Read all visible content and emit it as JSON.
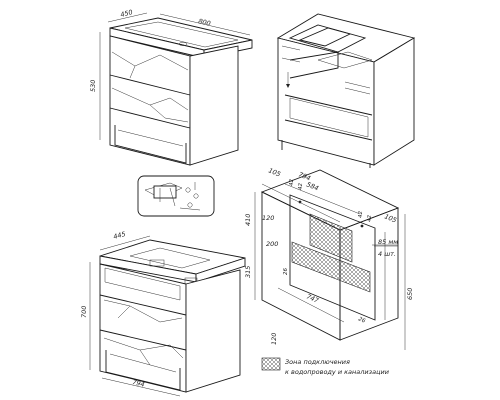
{
  "top_left_view": {
    "dims": {
      "depth": "450",
      "width": "800",
      "height": "530"
    }
  },
  "bottom_left_view": {
    "dims": {
      "depth": "445",
      "height": "700",
      "width": "794"
    }
  },
  "rear_view": {
    "dims": {
      "total_width": "794",
      "inner_width": "584",
      "left_offset": "105",
      "right_offset": "105",
      "gap_small_1": "42",
      "gap_small_2": "42",
      "gap_small_3": "42",
      "gap_small_4": "42",
      "upper_zone_height": "120",
      "upper_to_top": "410",
      "lower_zone_top": "200",
      "lower_zone_height": "315",
      "height_650": "650",
      "height_120": "120",
      "inner_bottom": "747",
      "bottom_offset": "26",
      "depth_26": "26",
      "wall_note_line1": "85 мм",
      "wall_note_line2": "4 шт."
    }
  },
  "legend": {
    "line1": "Зона подключения",
    "line2": "к водопроводу и канализации"
  },
  "colors": {
    "line": "#1a1a1a",
    "background": "#ffffff"
  }
}
